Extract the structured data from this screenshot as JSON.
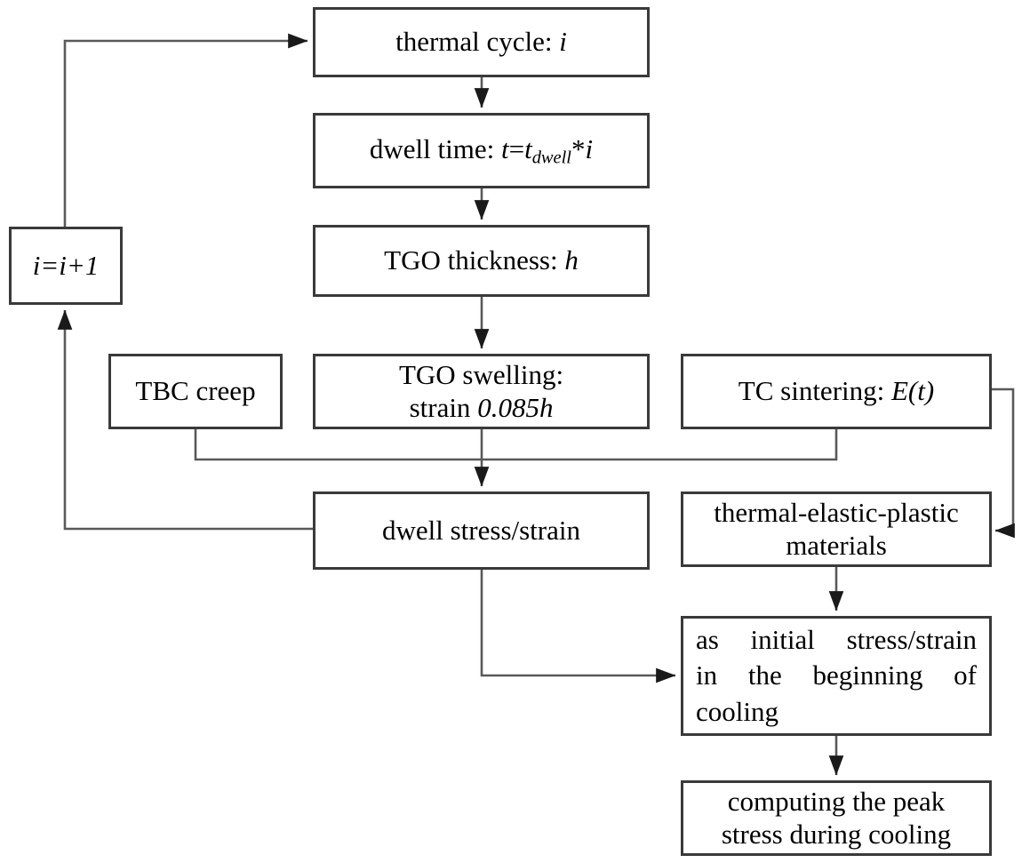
{
  "diagram": {
    "title": "TBC thermal cycling simulation flowchart",
    "type": "flowchart",
    "stroke_color": "#3a3a3a",
    "wire_color": "#595959",
    "background": "#ffffff"
  },
  "nodes": {
    "thermal_cycle": {
      "label_prefix": "thermal cycle: ",
      "label_var": "i"
    },
    "dwell_time": {
      "label_prefix": "dwell time: ",
      "var_t": "t",
      "eq": "=",
      "var_t2": "t",
      "sub_dwell": "dwell",
      "star": "*",
      "var_i": "i"
    },
    "tgo_thickness": {
      "label_prefix": "TGO thickness: ",
      "label_var": "h"
    },
    "tgo_swelling": {
      "line1": "TGO swelling:",
      "line2_prefix": "strain ",
      "line2_value": "0.085h"
    },
    "tbc_creep": {
      "label": "TBC creep"
    },
    "tc_sintering": {
      "label_prefix": "TC sintering: ",
      "label_var": "E(t)"
    },
    "i_increment": {
      "v1": "i",
      "eq": "=",
      "v2": "i",
      "plus": "+",
      "v3": "1"
    },
    "dwell_stress_strain": {
      "label": "dwell stress/strain"
    },
    "thermal_elastic_plastic": {
      "line1": "thermal-elastic-plastic",
      "line2": "materials"
    },
    "initial_stress_strain": {
      "line1": "as initial stress/strain",
      "line2": "in the beginning of",
      "line3": "cooling"
    },
    "computing_peak_stress": {
      "line1": "computing the peak",
      "line2": "stress during cooling"
    }
  },
  "edges": [
    {
      "name": "thermal-cycle-to-dwell-time",
      "from": "thermal_cycle",
      "to": "dwell_time",
      "arrow": true
    },
    {
      "name": "dwell-time-to-tgo-thickness",
      "from": "dwell_time",
      "to": "tgo_thickness",
      "arrow": true
    },
    {
      "name": "tgo-thickness-to-tgo-swelling",
      "from": "tgo_thickness",
      "to": "tgo_swelling",
      "arrow": true
    },
    {
      "name": "tgo-swelling-to-dwell-stress",
      "from": "tgo_swelling",
      "to": "dwell_stress_strain",
      "arrow": true
    },
    {
      "name": "tbc-creep-to-tc-sintering-rail",
      "from": "tbc_creep",
      "to": "tc_sintering",
      "arrow": false
    },
    {
      "name": "dwell-stress-to-i-increment",
      "from": "dwell_stress_strain",
      "to": "i_increment",
      "arrow": true
    },
    {
      "name": "i-increment-to-thermal-cycle",
      "from": "i_increment",
      "to": "thermal_cycle",
      "arrow": true
    },
    {
      "name": "tc-sintering-to-thermal-elastic-plastic",
      "from": "tc_sintering",
      "to": "thermal_elastic_plastic",
      "arrow": true
    },
    {
      "name": "thermal-elastic-plastic-to-initial-stress",
      "from": "thermal_elastic_plastic",
      "to": "initial_stress_strain",
      "arrow": true
    },
    {
      "name": "dwell-stress-to-initial-stress",
      "from": "dwell_stress_strain",
      "to": "initial_stress_strain",
      "arrow": true
    },
    {
      "name": "initial-stress-to-computing-peak",
      "from": "initial_stress_strain",
      "to": "computing_peak_stress",
      "arrow": true
    }
  ]
}
